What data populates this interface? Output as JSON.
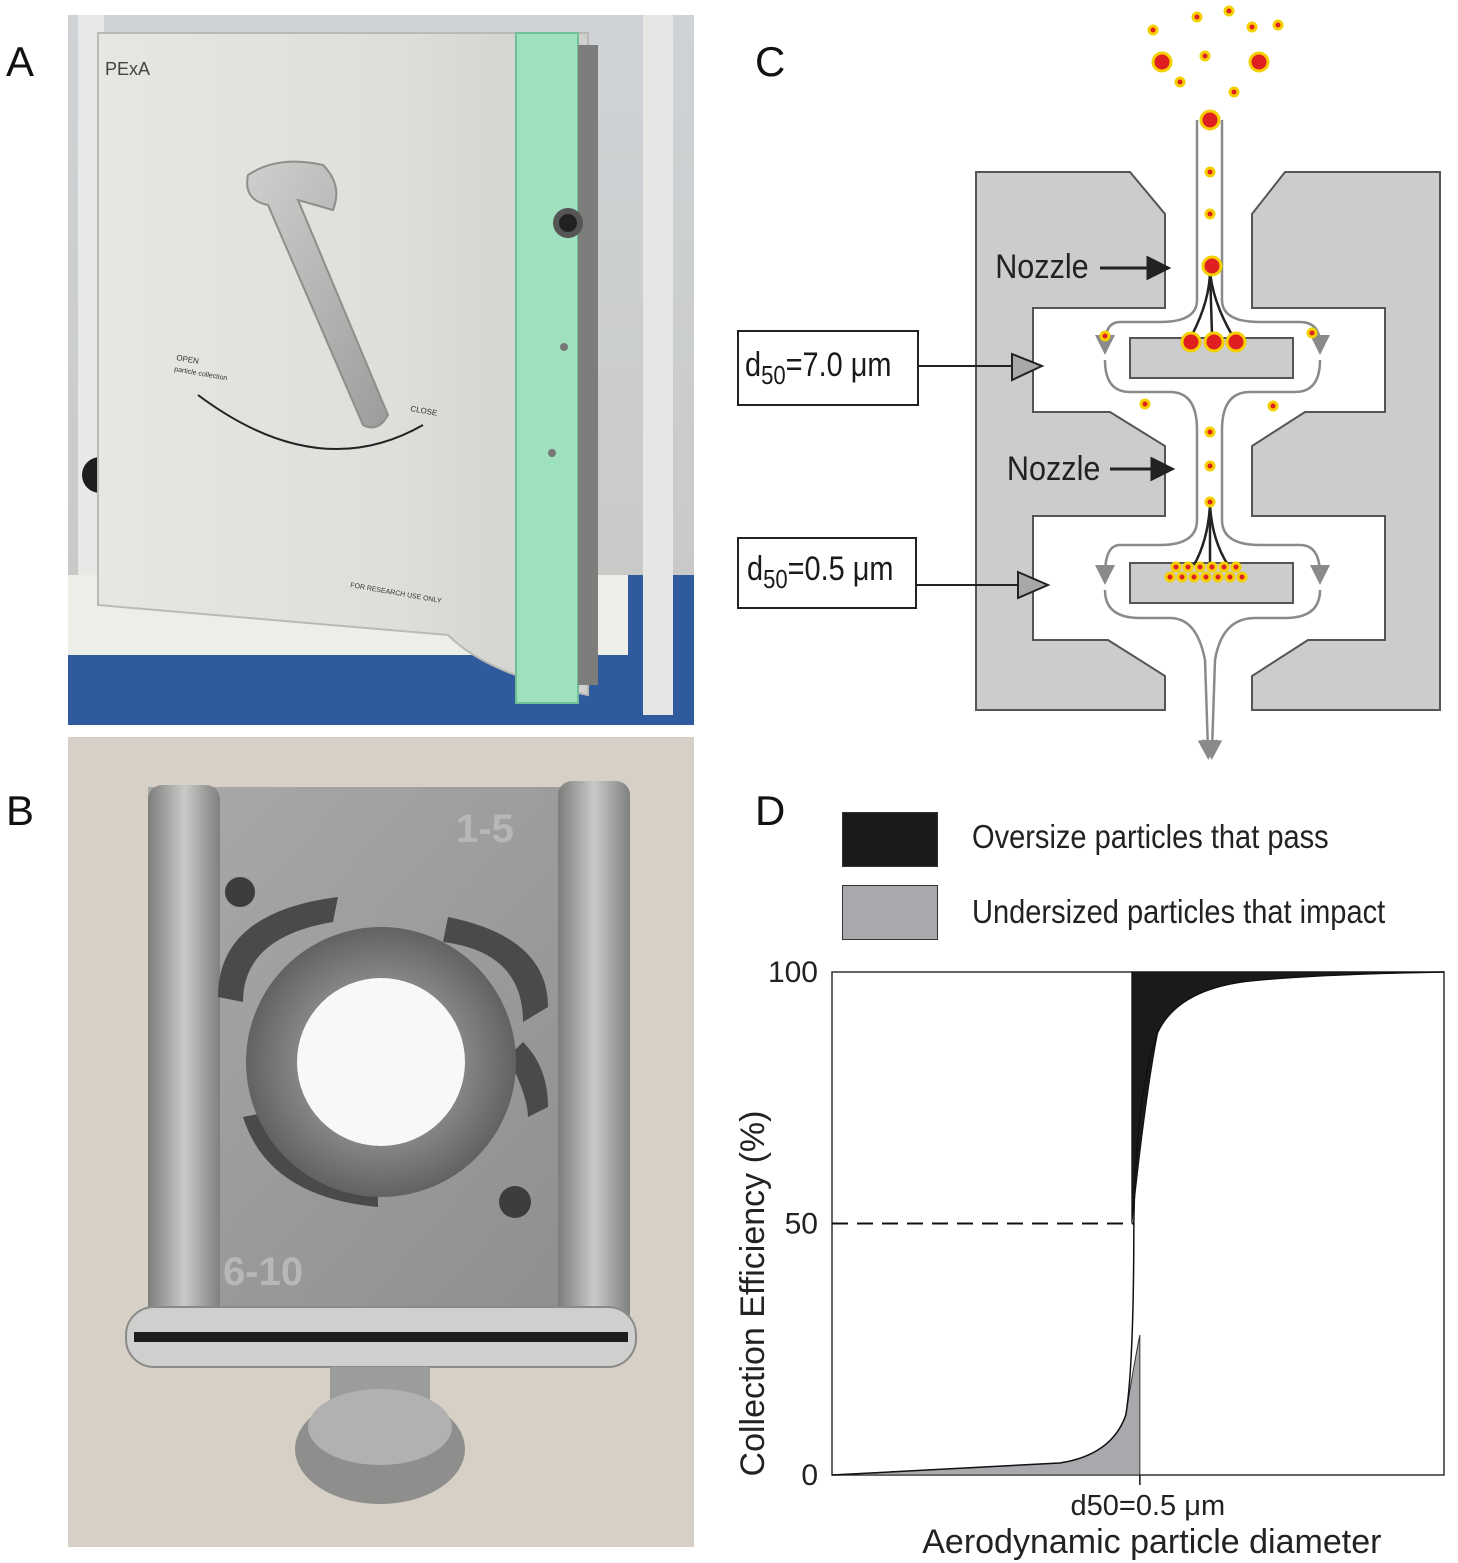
{
  "panels": {
    "a": {
      "letter": "A",
      "brand": "PExA",
      "open_label": "OPEN",
      "open_sub": "particle collection",
      "close_label": "CLOSE",
      "footer": "FOR RESEARCH USE ONLY"
    },
    "b": {
      "letter": "B",
      "engrave_top": "1-5",
      "engrave_bottom": "6-10"
    },
    "c": {
      "letter": "C",
      "nozzle_top": "Nozzle",
      "nozzle_bottom": "Nozzle",
      "d50_top_prefix": "d",
      "d50_top_sub": "50",
      "d50_top_value": "=7.0 μm",
      "d50_bottom_prefix": "d",
      "d50_bottom_sub": "50",
      "d50_bottom_value": "=0.5 μm"
    },
    "d": {
      "letter": "D"
    }
  },
  "legend": [
    {
      "label": "Oversize particles that pass",
      "color": "#1a1a1a"
    },
    {
      "label": "Undersized particles that impact",
      "color": "#a7a9ac"
    }
  ],
  "chart_data": {
    "type": "area",
    "ylabel": "Collection Efficiency (%)",
    "xlabel": "Aerodynamic particle diameter",
    "x_tick_label": "d50=0.5 μm",
    "y_ticks": [
      "100",
      "50",
      "0"
    ],
    "ylim": [
      0,
      100
    ],
    "cutoff_line_y": 50,
    "series": [
      {
        "name": "Oversize particles that pass",
        "color": "#1a1a1a"
      },
      {
        "name": "Undersized particles that impact",
        "color": "#a7a9ac"
      }
    ]
  }
}
